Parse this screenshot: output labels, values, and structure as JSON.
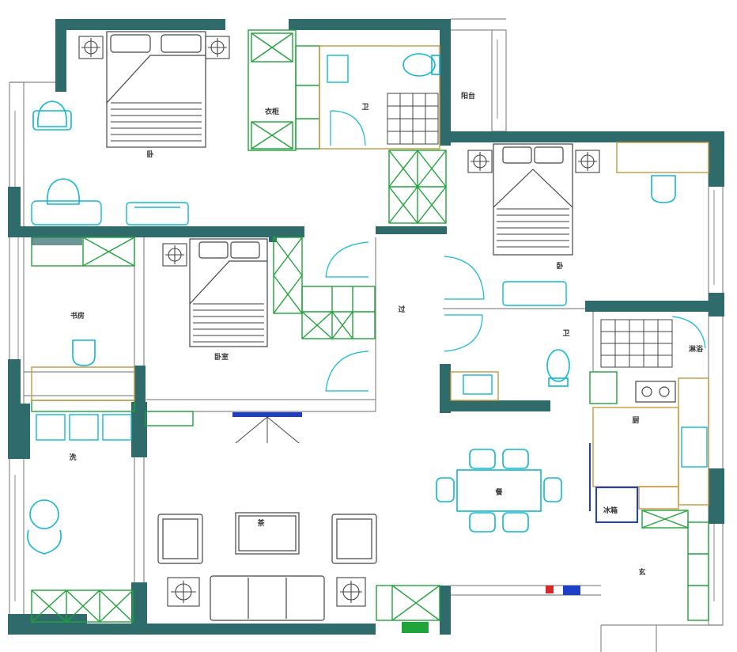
{
  "colors": {
    "wall": "#2f6b6b",
    "thin_line": "#8a8a8a",
    "cabinet": "#1fa33a",
    "fixture": "#10b8d4",
    "furniture": "#444444",
    "counter": "#c8963e",
    "accent_blue": "#1f3fc4",
    "accent_red": "#d62828"
  },
  "rooms": [
    {
      "key": "master_bedroom",
      "label": "卧"
    },
    {
      "key": "bath_top",
      "label": "卫"
    },
    {
      "key": "closet_top",
      "label": "衣柜"
    },
    {
      "key": "balcony_top_right",
      "label": "阳台"
    },
    {
      "key": "bedroom_right",
      "label": "卧"
    },
    {
      "key": "study_left",
      "label": "书房"
    },
    {
      "key": "bedroom_mid",
      "label": "卧室"
    },
    {
      "key": "corridor",
      "label": "过"
    },
    {
      "key": "bath_right",
      "label": "卫"
    },
    {
      "key": "shower",
      "label": "淋浴"
    },
    {
      "key": "kitchen",
      "label": "厨"
    },
    {
      "key": "laundry",
      "label": "洗"
    },
    {
      "key": "fridge",
      "label": "冰箱"
    },
    {
      "key": "dining",
      "label": "餐"
    },
    {
      "key": "entry",
      "label": "玄"
    },
    {
      "key": "tea_table",
      "label": "茶"
    }
  ],
  "icons": [
    "bed-icon",
    "toilet-icon",
    "sink-icon",
    "chair-icon",
    "sofa-icon",
    "dining-table-icon",
    "stove-icon",
    "lamp-icon",
    "washing-machine-icon",
    "tv-icon"
  ]
}
